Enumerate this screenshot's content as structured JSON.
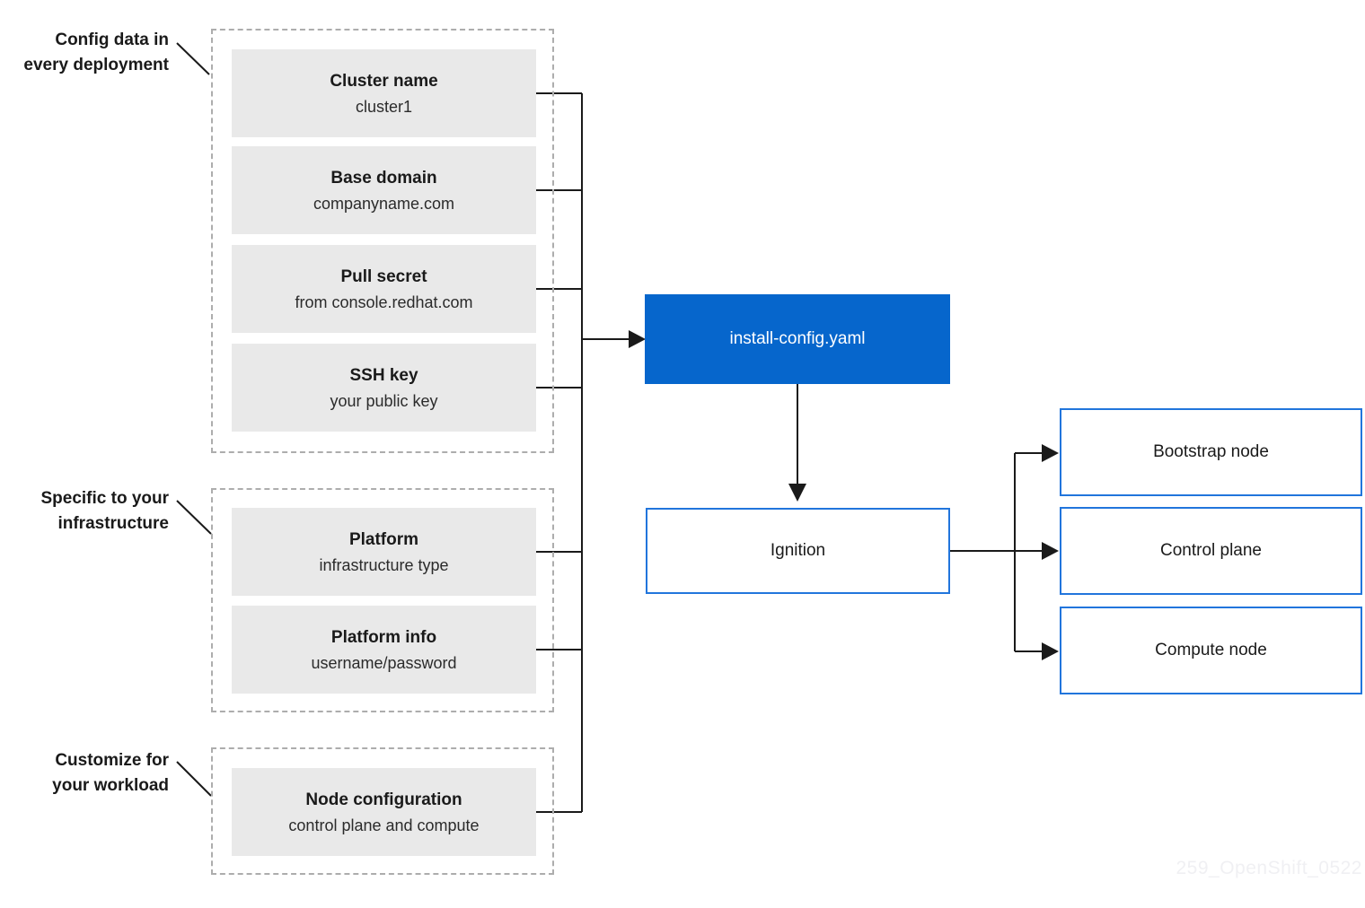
{
  "annotations": [
    {
      "lines": [
        "Config data in",
        "every deployment"
      ]
    },
    {
      "lines": [
        "Specific to your",
        "infrastructure"
      ]
    },
    {
      "lines": [
        "Customize for",
        "your workload"
      ]
    }
  ],
  "groups": [
    {
      "name": "Config data in every deployment",
      "items": [
        {
          "title": "Cluster name",
          "subtitle": "cluster1"
        },
        {
          "title": "Base domain",
          "subtitle": "companyname.com"
        },
        {
          "title": "Pull secret",
          "subtitle": "from console.redhat.com"
        },
        {
          "title": "SSH key",
          "subtitle": "your public key"
        }
      ]
    },
    {
      "name": "Specific to your infrastructure",
      "items": [
        {
          "title": "Platform",
          "subtitle": "infrastructure type"
        },
        {
          "title": "Platform info",
          "subtitle": "username/password"
        }
      ]
    },
    {
      "name": "Customize for your workload",
      "items": [
        {
          "title": "Node configuration",
          "subtitle": "control plane and compute"
        }
      ]
    }
  ],
  "install_config": {
    "label": "install-config.yaml"
  },
  "ignition": {
    "label": "Ignition"
  },
  "nodes": [
    {
      "label": "Bootstrap node"
    },
    {
      "label": "Control plane"
    },
    {
      "label": "Compute node"
    }
  ],
  "watermark": "259_OpenShift_0522",
  "colors": {
    "blue_fill": "#0666CC",
    "blue_border": "#2175DC",
    "gray_fill": "#E9E9E9",
    "line": "#1A1A1A",
    "dash": "#ADADAD",
    "watermark": "#F0F0F3"
  }
}
